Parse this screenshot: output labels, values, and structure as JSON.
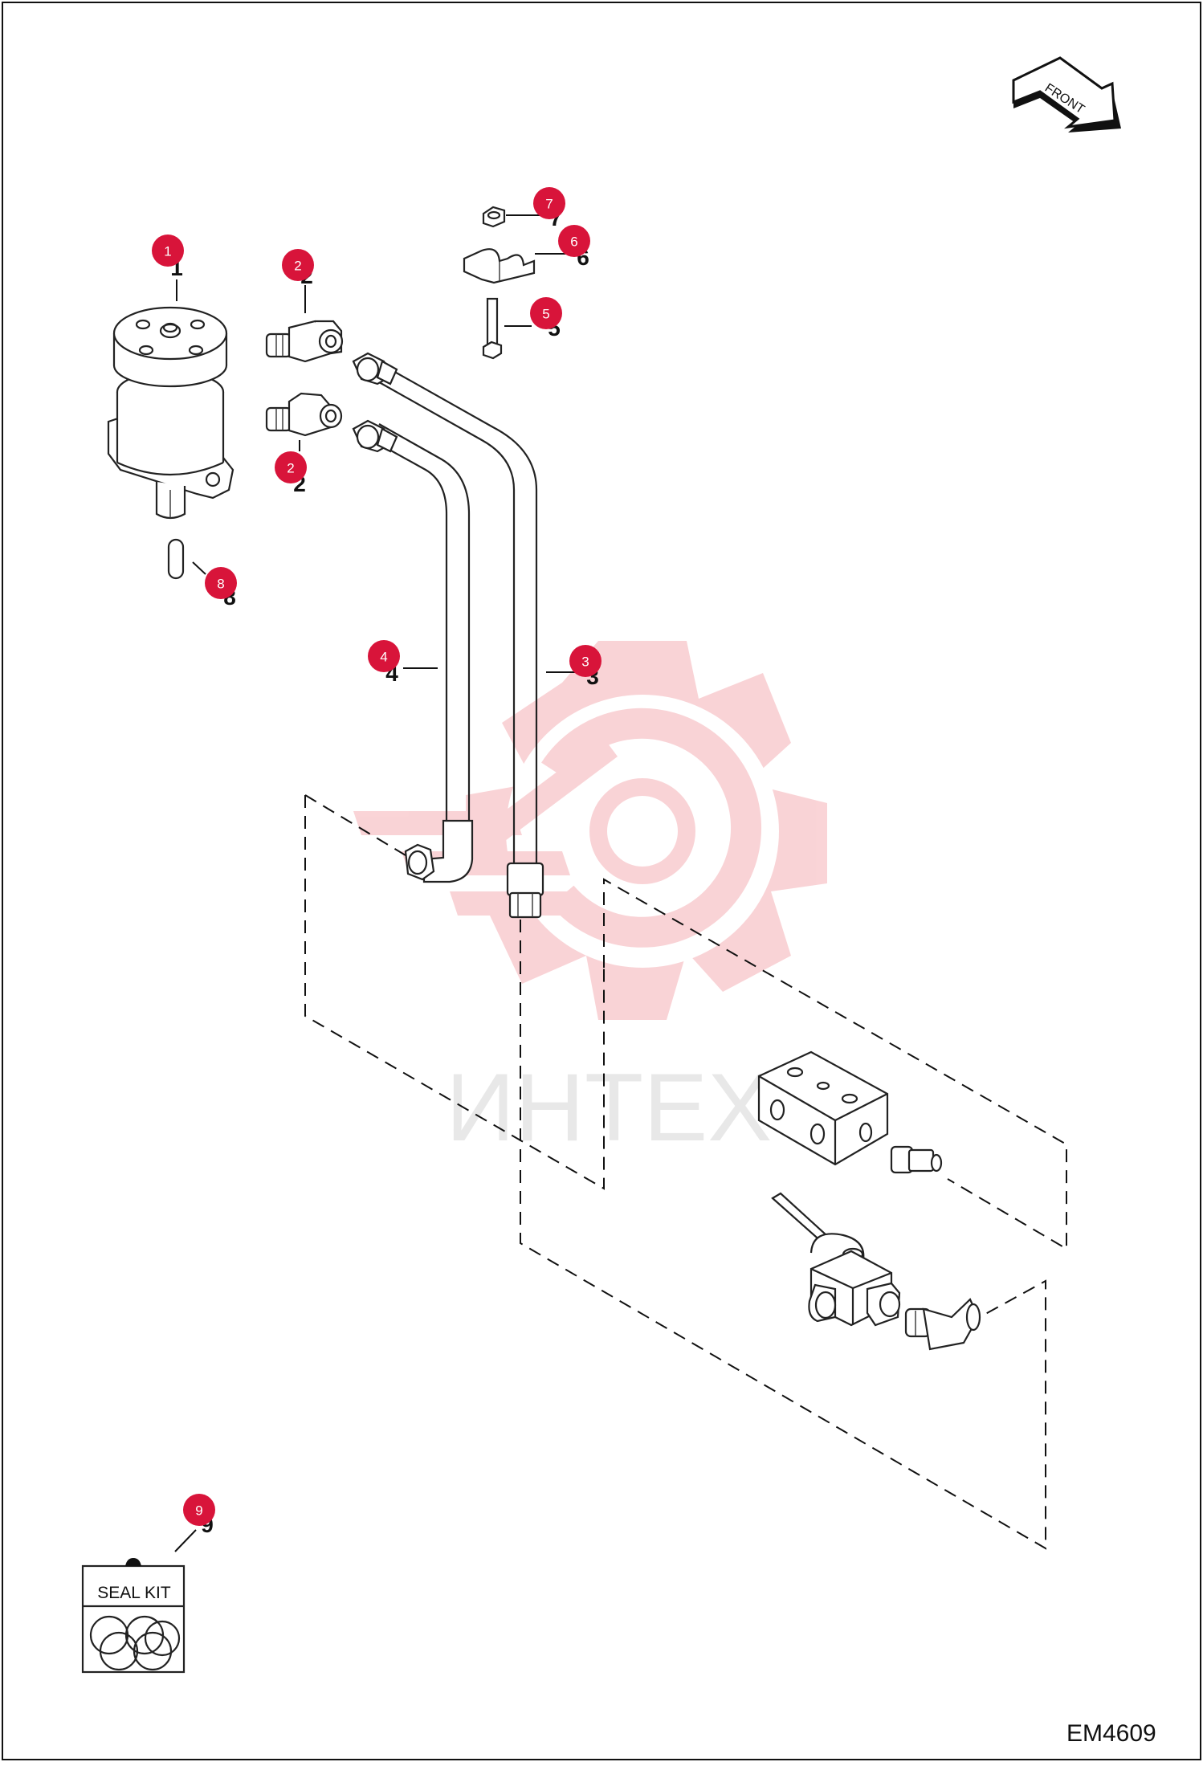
{
  "front_label": "FRONT",
  "drawing_code": "EM4609",
  "seal_kit_label": "SEAL KIT",
  "watermark_text": "ИНТЕХ",
  "callouts": [
    "1",
    "2",
    "2",
    "3",
    "4",
    "5",
    "6",
    "7",
    "8",
    "9"
  ],
  "colors": {
    "badge": "#d8143a",
    "watermark": "#f5b5b8"
  }
}
